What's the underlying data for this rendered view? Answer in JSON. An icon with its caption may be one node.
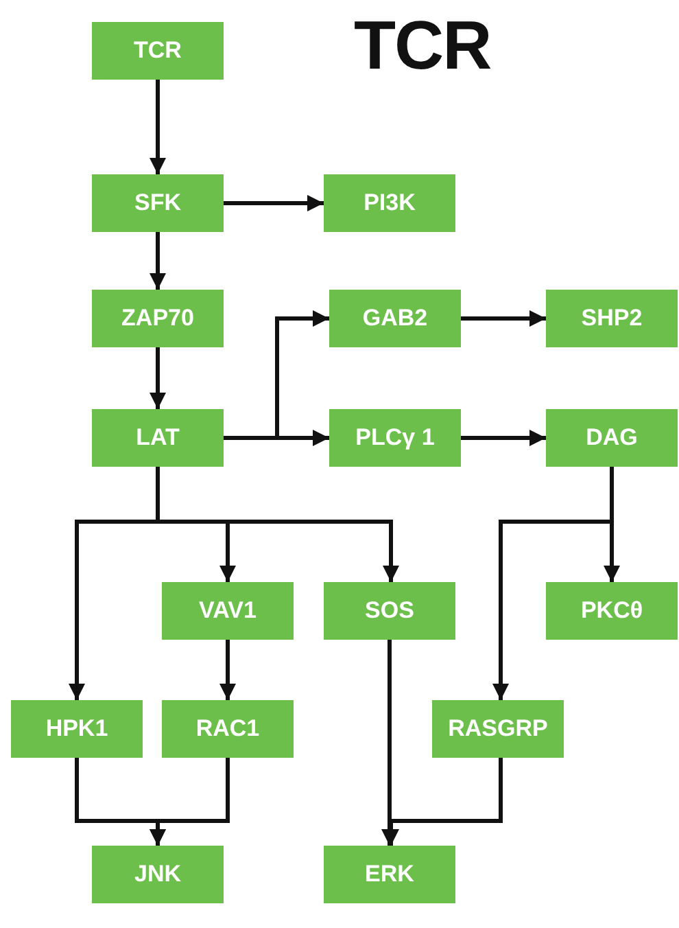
{
  "diagram": {
    "title": "TCR",
    "nodes": [
      {
        "text": [
          "TCR"
        ]
      },
      {
        "text": [
          "SFK"
        ]
      },
      {
        "text": [
          "PI3K"
        ]
      },
      {
        "text": [
          "ZAP70"
        ]
      },
      {
        "text": [
          "GAB2"
        ]
      },
      {
        "text": [
          "SHP2"
        ]
      },
      {
        "text": [
          "LAT"
        ]
      },
      {
        "text": [
          "PLCγ 1"
        ]
      },
      {
        "text": [
          "DAG"
        ]
      },
      {
        "text": [
          "VAV1"
        ]
      },
      {
        "text": [
          "SOS"
        ]
      },
      {
        "text": [
          "PKCθ"
        ]
      },
      {
        "text": [
          "HPK1"
        ]
      },
      {
        "text": [
          "RAC1"
        ]
      },
      {
        "text": [
          "RASGRP"
        ]
      },
      {
        "text": [
          "JNK"
        ]
      },
      {
        "text": [
          "ERK"
        ]
      }
    ],
    "edges": [
      {
        "from": 0,
        "to": 1,
        "arrow": "to"
      },
      {
        "from": 1,
        "to": 2,
        "arrow": "to"
      },
      {
        "from": 1,
        "to": 3,
        "arrow": "to"
      },
      {
        "from": 3,
        "to": 6,
        "arrow": "to"
      },
      {
        "from": 6,
        "to": 4,
        "arrow": "to"
      },
      {
        "from": 6,
        "to": 7,
        "arrow": "to"
      },
      {
        "from": 4,
        "to": 5,
        "arrow": "to"
      },
      {
        "from": 7,
        "to": 8,
        "arrow": "to"
      },
      {
        "from": 6,
        "to": 12,
        "arrow": "to"
      },
      {
        "from": 6,
        "to": 9,
        "arrow": "to"
      },
      {
        "from": 6,
        "to": 10,
        "arrow": "to"
      },
      {
        "from": 8,
        "to": 11,
        "arrow": "to"
      },
      {
        "from": 8,
        "to": 14,
        "arrow": "to"
      },
      {
        "from": 9,
        "to": 13,
        "arrow": "to"
      },
      {
        "from": 12,
        "to": 15,
        "arrow": "to"
      },
      {
        "from": 13,
        "to": 15,
        "arrow": "to"
      },
      {
        "from": 10,
        "to": 16,
        "arrow": "to"
      },
      {
        "from": 14,
        "to": 16,
        "arrow": "to"
      }
    ]
  }
}
